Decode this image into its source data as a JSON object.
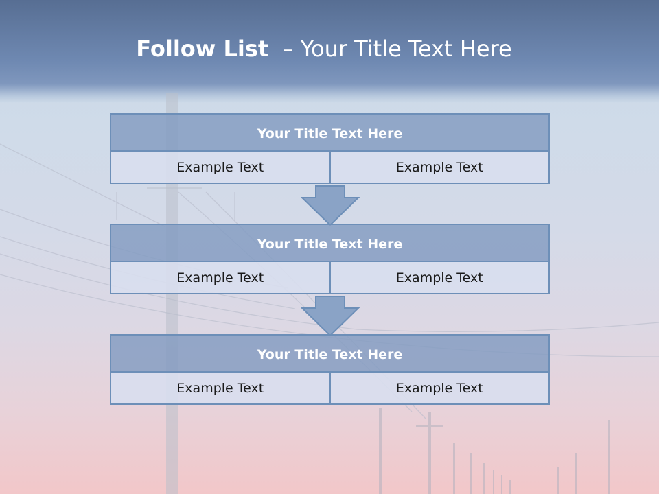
{
  "title": {
    "bold": "Follow List",
    "rest": "– Your Title Text Here"
  },
  "blocks": [
    {
      "title": "Your Title Text Here",
      "left": "Example Text",
      "right": "Example Text"
    },
    {
      "title": "Your Title Text Here",
      "left": "Example Text",
      "right": "Example Text"
    },
    {
      "title": "Your Title Text Here",
      "left": "Example Text",
      "right": "Example Text"
    }
  ],
  "colors": {
    "header": "#6f89b2",
    "block_title_fill": "#829bc1",
    "block_border": "#6d8fb8",
    "cell_fill": "#d8deee",
    "arrow_fill": "#8aa3c6"
  }
}
